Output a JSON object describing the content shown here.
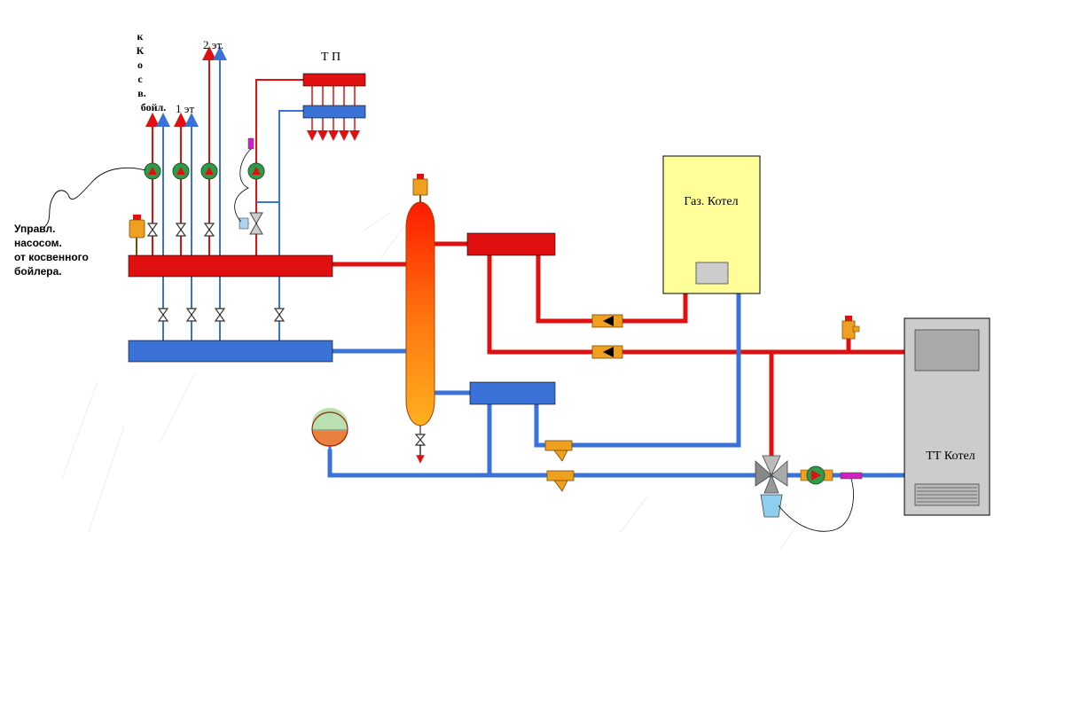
{
  "labels": {
    "to_boiler": [
      "к",
      "К",
      "о",
      "с",
      "в.",
      "бойл."
    ],
    "floor1": "1 эт",
    "floor2": "2 эт.",
    "tp": "Т П",
    "pump_control": [
      "Управл.",
      "насосом.",
      "от косвенного",
      "бойлера."
    ],
    "gas_boiler": "Газ. Котел",
    "tt_boiler": "ТТ  Котел"
  },
  "colors": {
    "hot": "#e01010",
    "cold": "#3a72d8",
    "gas_boiler_fill": "#ffff99",
    "tt_boiler_fill": "#cccccc",
    "pump": "#2e9a4a",
    "brass": "#f0a020"
  }
}
